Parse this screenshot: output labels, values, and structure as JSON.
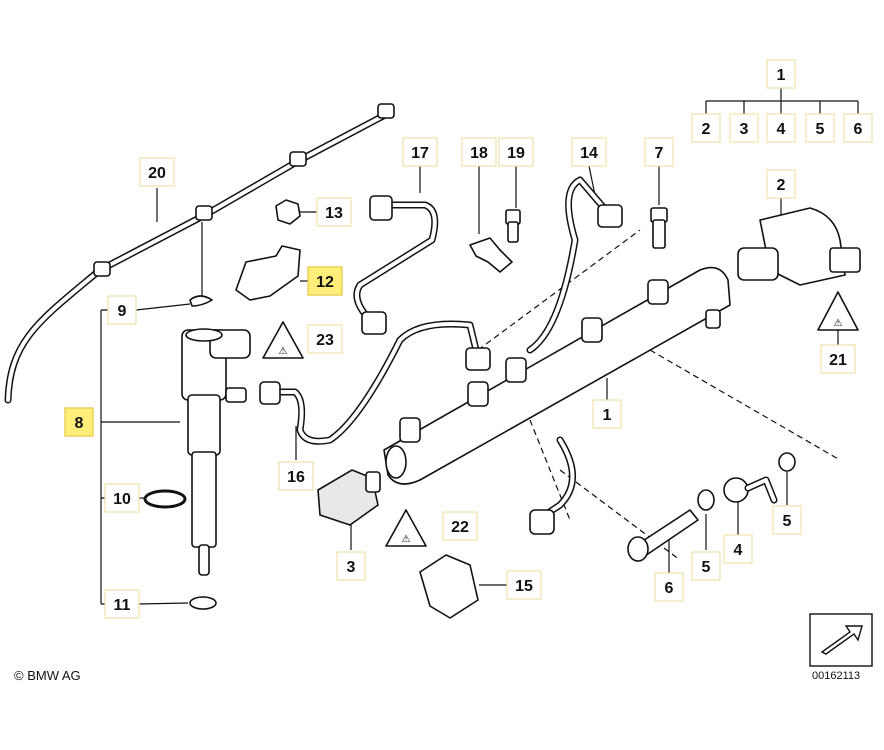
{
  "copyright": "© BMW AG",
  "document_number": "00162113",
  "callouts": [
    {
      "id": "c1-top",
      "label": "1"
    },
    {
      "id": "c2-a",
      "label": "2"
    },
    {
      "id": "c3-a",
      "label": "3"
    },
    {
      "id": "c4-a",
      "label": "4"
    },
    {
      "id": "c5-a",
      "label": "5"
    },
    {
      "id": "c6-a",
      "label": "6"
    },
    {
      "id": "c2-b",
      "label": "2"
    },
    {
      "id": "c7",
      "label": "7"
    },
    {
      "id": "c14",
      "label": "14"
    },
    {
      "id": "c17",
      "label": "17"
    },
    {
      "id": "c18",
      "label": "18"
    },
    {
      "id": "c19",
      "label": "19"
    },
    {
      "id": "c20",
      "label": "20"
    },
    {
      "id": "c13",
      "label": "13"
    },
    {
      "id": "c12",
      "label": "12"
    },
    {
      "id": "c9",
      "label": "9"
    },
    {
      "id": "c23",
      "label": "23"
    },
    {
      "id": "c21",
      "label": "21"
    },
    {
      "id": "c8",
      "label": "8"
    },
    {
      "id": "c1-rail",
      "label": "1"
    },
    {
      "id": "c16",
      "label": "16"
    },
    {
      "id": "c10",
      "label": "10"
    },
    {
      "id": "c22",
      "label": "22"
    },
    {
      "id": "c3-b",
      "label": "3"
    },
    {
      "id": "c11",
      "label": "11"
    },
    {
      "id": "c15",
      "label": "15"
    },
    {
      "id": "c5-b",
      "label": "5"
    },
    {
      "id": "c4-b",
      "label": "4"
    },
    {
      "id": "c5-c",
      "label": "5"
    },
    {
      "id": "c6-b",
      "label": "6"
    }
  ],
  "highlight_colors": {
    "selected": "#ffef7a",
    "box_border": "#f0e2a6"
  }
}
